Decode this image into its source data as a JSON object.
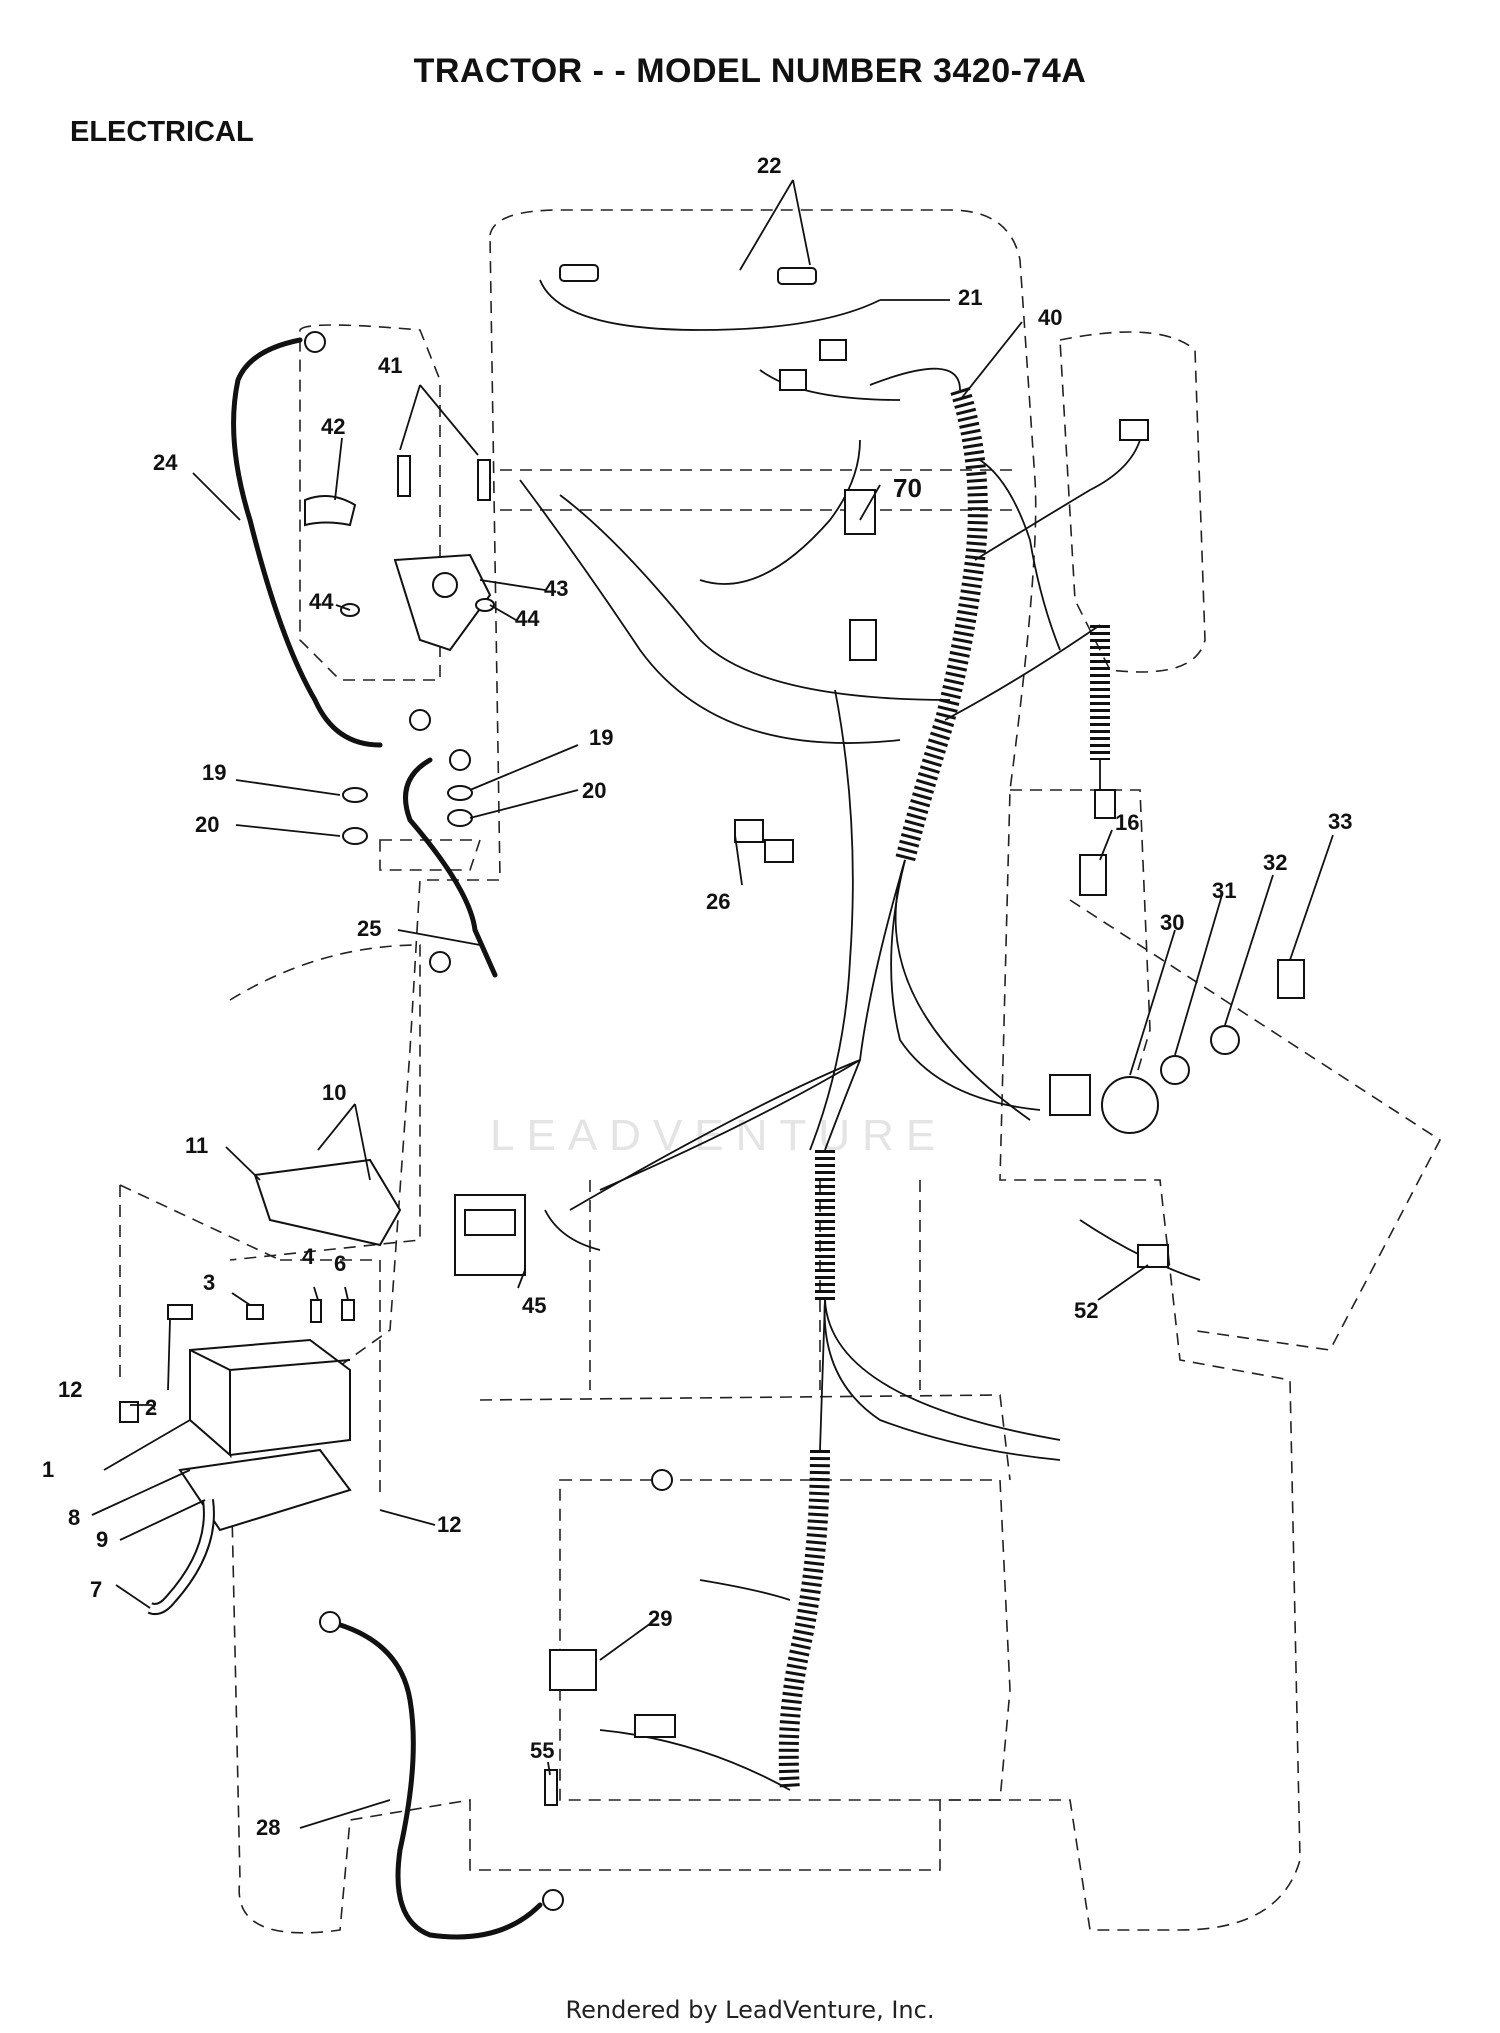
{
  "header": {
    "title": "TRACTOR - - MODEL NUMBER 3420-74A",
    "section": "ELECTRICAL"
  },
  "footer": {
    "text": "Rendered by LeadVenture, Inc."
  },
  "watermark": {
    "text": "LEADVENTURE"
  },
  "callouts": [
    {
      "id": "c1",
      "label": "1"
    },
    {
      "id": "c2",
      "label": "2"
    },
    {
      "id": "c3",
      "label": "3"
    },
    {
      "id": "c4",
      "label": "4"
    },
    {
      "id": "c6",
      "label": "6"
    },
    {
      "id": "c7",
      "label": "7"
    },
    {
      "id": "c8",
      "label": "8"
    },
    {
      "id": "c9",
      "label": "9"
    },
    {
      "id": "c10",
      "label": "10"
    },
    {
      "id": "c11",
      "label": "11"
    },
    {
      "id": "c12a",
      "label": "12"
    },
    {
      "id": "c12b",
      "label": "12"
    },
    {
      "id": "c16",
      "label": "16"
    },
    {
      "id": "c19a",
      "label": "19"
    },
    {
      "id": "c19b",
      "label": "19"
    },
    {
      "id": "c20a",
      "label": "20"
    },
    {
      "id": "c20b",
      "label": "20"
    },
    {
      "id": "c21",
      "label": "21"
    },
    {
      "id": "c22",
      "label": "22"
    },
    {
      "id": "c24",
      "label": "24"
    },
    {
      "id": "c25",
      "label": "25"
    },
    {
      "id": "c26",
      "label": "26"
    },
    {
      "id": "c28",
      "label": "28"
    },
    {
      "id": "c29",
      "label": "29"
    },
    {
      "id": "c30",
      "label": "30"
    },
    {
      "id": "c31",
      "label": "31"
    },
    {
      "id": "c32",
      "label": "32"
    },
    {
      "id": "c33",
      "label": "33"
    },
    {
      "id": "c40",
      "label": "40"
    },
    {
      "id": "c41",
      "label": "41"
    },
    {
      "id": "c42",
      "label": "42"
    },
    {
      "id": "c43",
      "label": "43"
    },
    {
      "id": "c44a",
      "label": "44"
    },
    {
      "id": "c44b",
      "label": "44"
    },
    {
      "id": "c45",
      "label": "45"
    },
    {
      "id": "c52",
      "label": "52"
    },
    {
      "id": "c55",
      "label": "55"
    },
    {
      "id": "c70",
      "label": "70"
    }
  ]
}
